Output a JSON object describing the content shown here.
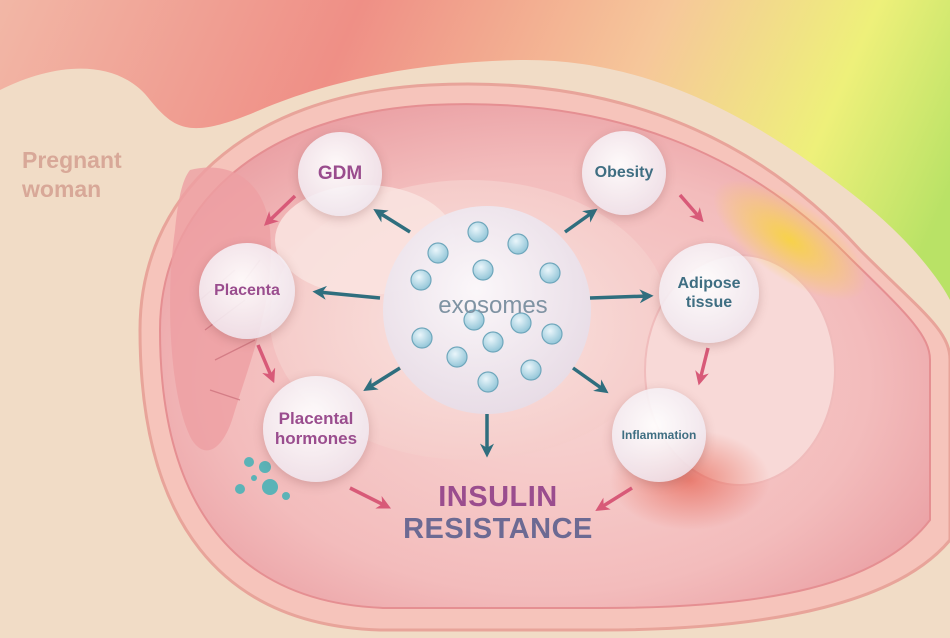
{
  "scene_label": {
    "line1": "Pregnant",
    "line2": "woman"
  },
  "center": {
    "label": "exosomes"
  },
  "nodes": {
    "gdm": "GDM",
    "obesity": "Obesity",
    "placenta": "Placenta",
    "adipose_line1": "Adipose",
    "adipose_line2": "tissue",
    "placental_hormones_line1": "Placental",
    "placental_hormones_line2": "hormones",
    "inflammation": "Inflammation"
  },
  "outcome": {
    "line1": "INSULIN",
    "line2": "RESISTANCE"
  },
  "colors": {
    "teal_arrow": "#2f6e7e",
    "pink_arrow": "#d85a78",
    "purple_text": "#9a4d8e",
    "teal_text": "#3f6e82",
    "skin": "#f0d9c2",
    "uterus": "#f2b8b6"
  }
}
